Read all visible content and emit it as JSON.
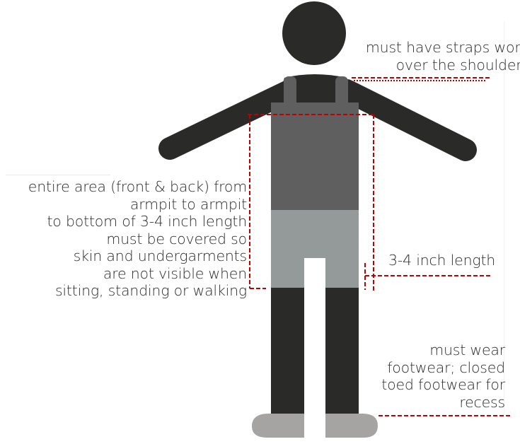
{
  "annotations": {
    "straps": [
      "must have straps worn",
      "over the shoulders"
    ],
    "coverage": [
      "entire area (front & back) from",
      "armpit to armpit",
      "to bottom of 3-4 inch length",
      "must be covered so",
      "skin and undergarments",
      "are not visible when",
      "sitting, standing or walking"
    ],
    "length": [
      "3-4 inch length"
    ],
    "footwear": [
      "must wear",
      "footwear; closed",
      "toed footwear for",
      "recess"
    ]
  },
  "colors": {
    "body": "#2a2b28",
    "top": "#5f5f5f",
    "shorts": "#939a99",
    "shoes": "#a6a4a3",
    "marker": "#c00000"
  }
}
